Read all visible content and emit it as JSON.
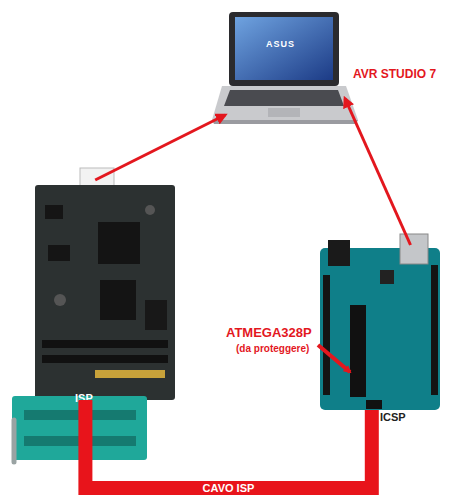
{
  "diagram": {
    "nodes": [
      {
        "text": [
          "AVR STUDIO 7"
        ]
      },
      {
        "text": [
          "ISP"
        ]
      },
      {
        "text": [
          "ICSP"
        ]
      }
    ],
    "edges": [
      {
        "from": 1,
        "to": 0,
        "arrow": "to"
      },
      {
        "from": 2,
        "to": 0,
        "arrow": "to"
      },
      {
        "from": 1,
        "to": 2,
        "label": "CAVO ISP",
        "arrow": "none"
      }
    ],
    "labels": [
      "ATMEGA328P",
      "(da proteggere)",
      "ASUS"
    ]
  }
}
